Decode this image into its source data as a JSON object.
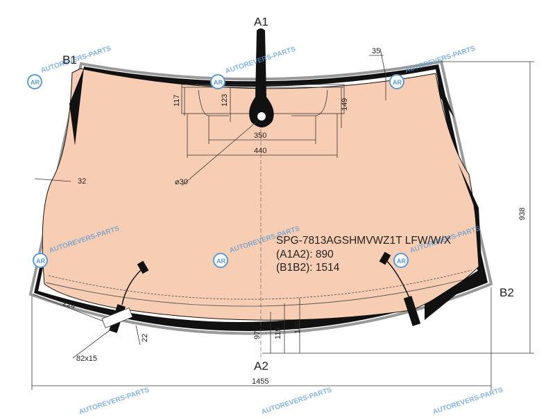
{
  "drawing": {
    "points": {
      "a1": "A1",
      "a2": "A2",
      "b1": "B1",
      "b2": "B2"
    },
    "part_code": "SPG-7813AGSHMVWZ1T LFW/W/X",
    "a1a2_line": "(A1A2): 890",
    "b1b2_line": "(B1B2): 1514",
    "dimensions": {
      "overall_width": "1455",
      "overall_height": "938",
      "top_offset": "35",
      "side_margin": "32",
      "diag_224": "224",
      "sensor_117": "117",
      "sensor_123": "123",
      "sensor_149": "149",
      "sensor_350": "350",
      "sensor_440": "440",
      "mirror_hole": "⌀30",
      "bottom_97": "97",
      "bottom_119": "119",
      "bottom_140": "140",
      "connector_size": "82x15",
      "connector_22": "22"
    },
    "watermark": "AUTOREVERS-PARTS",
    "watermark_logo": "AR",
    "colors": {
      "glass_fill": "#f7cdb4",
      "frit_black": "#111111",
      "outline_gray": "#999999",
      "watermark_blue": "#5b9bd5"
    }
  }
}
